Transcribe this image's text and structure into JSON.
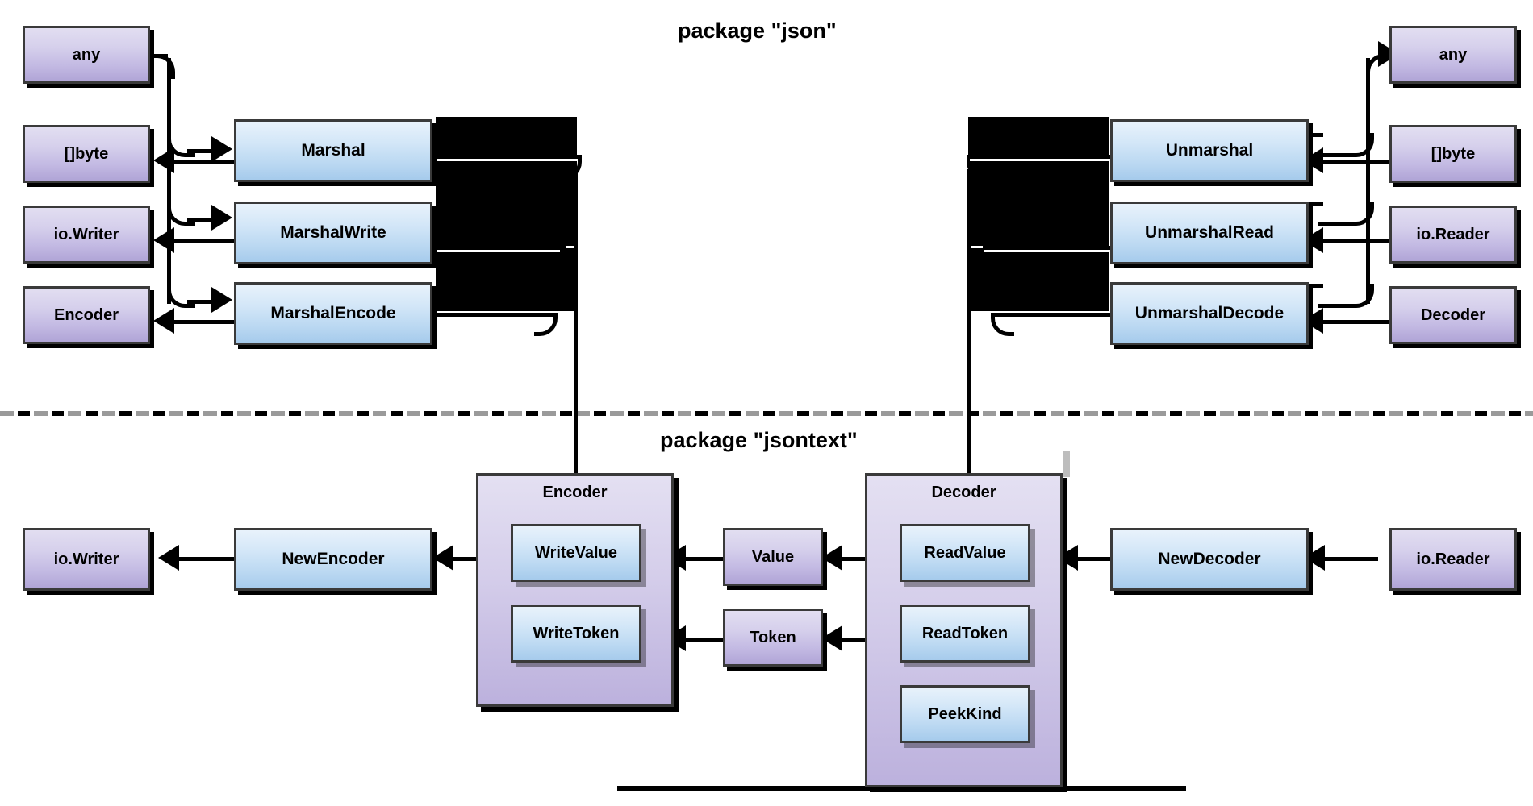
{
  "diagram": {
    "title_top": "package \"json\"",
    "title_bottom": "package \"jsontext\"",
    "colors": {
      "type_box": "#c3bae3",
      "func_box": "#bcd9f2",
      "group_box": "#c9c1e6",
      "border": "#3a3a3a",
      "connector": "#000000",
      "divider_gray": "#9a9a9a"
    }
  },
  "json_package": {
    "inputs_left": [
      {
        "label": "any"
      },
      {
        "label": "[]byte"
      },
      {
        "label": "io.Writer"
      },
      {
        "label": "Encoder"
      }
    ],
    "marshal_funcs": [
      {
        "label": "Marshal"
      },
      {
        "label": "MarshalWrite"
      },
      {
        "label": "MarshalEncode"
      }
    ],
    "unmarshal_funcs": [
      {
        "label": "Unmarshal"
      },
      {
        "label": "UnmarshalRead"
      },
      {
        "label": "UnmarshalDecode"
      }
    ],
    "inputs_right": [
      {
        "label": "any"
      },
      {
        "label": "[]byte"
      },
      {
        "label": "io.Reader"
      },
      {
        "label": "Decoder"
      }
    ]
  },
  "jsontext_package": {
    "writer_type": {
      "label": "io.Writer"
    },
    "new_encoder": {
      "label": "NewEncoder"
    },
    "encoder_group": {
      "title": "Encoder",
      "methods": [
        {
          "label": "WriteValue"
        },
        {
          "label": "WriteToken"
        }
      ]
    },
    "middle_types": [
      {
        "label": "Value"
      },
      {
        "label": "Token"
      }
    ],
    "decoder_group": {
      "title": "Decoder",
      "methods": [
        {
          "label": "ReadValue"
        },
        {
          "label": "ReadToken"
        },
        {
          "label": "PeekKind"
        }
      ]
    },
    "new_decoder": {
      "label": "NewDecoder"
    },
    "reader_type": {
      "label": "io.Reader"
    }
  }
}
